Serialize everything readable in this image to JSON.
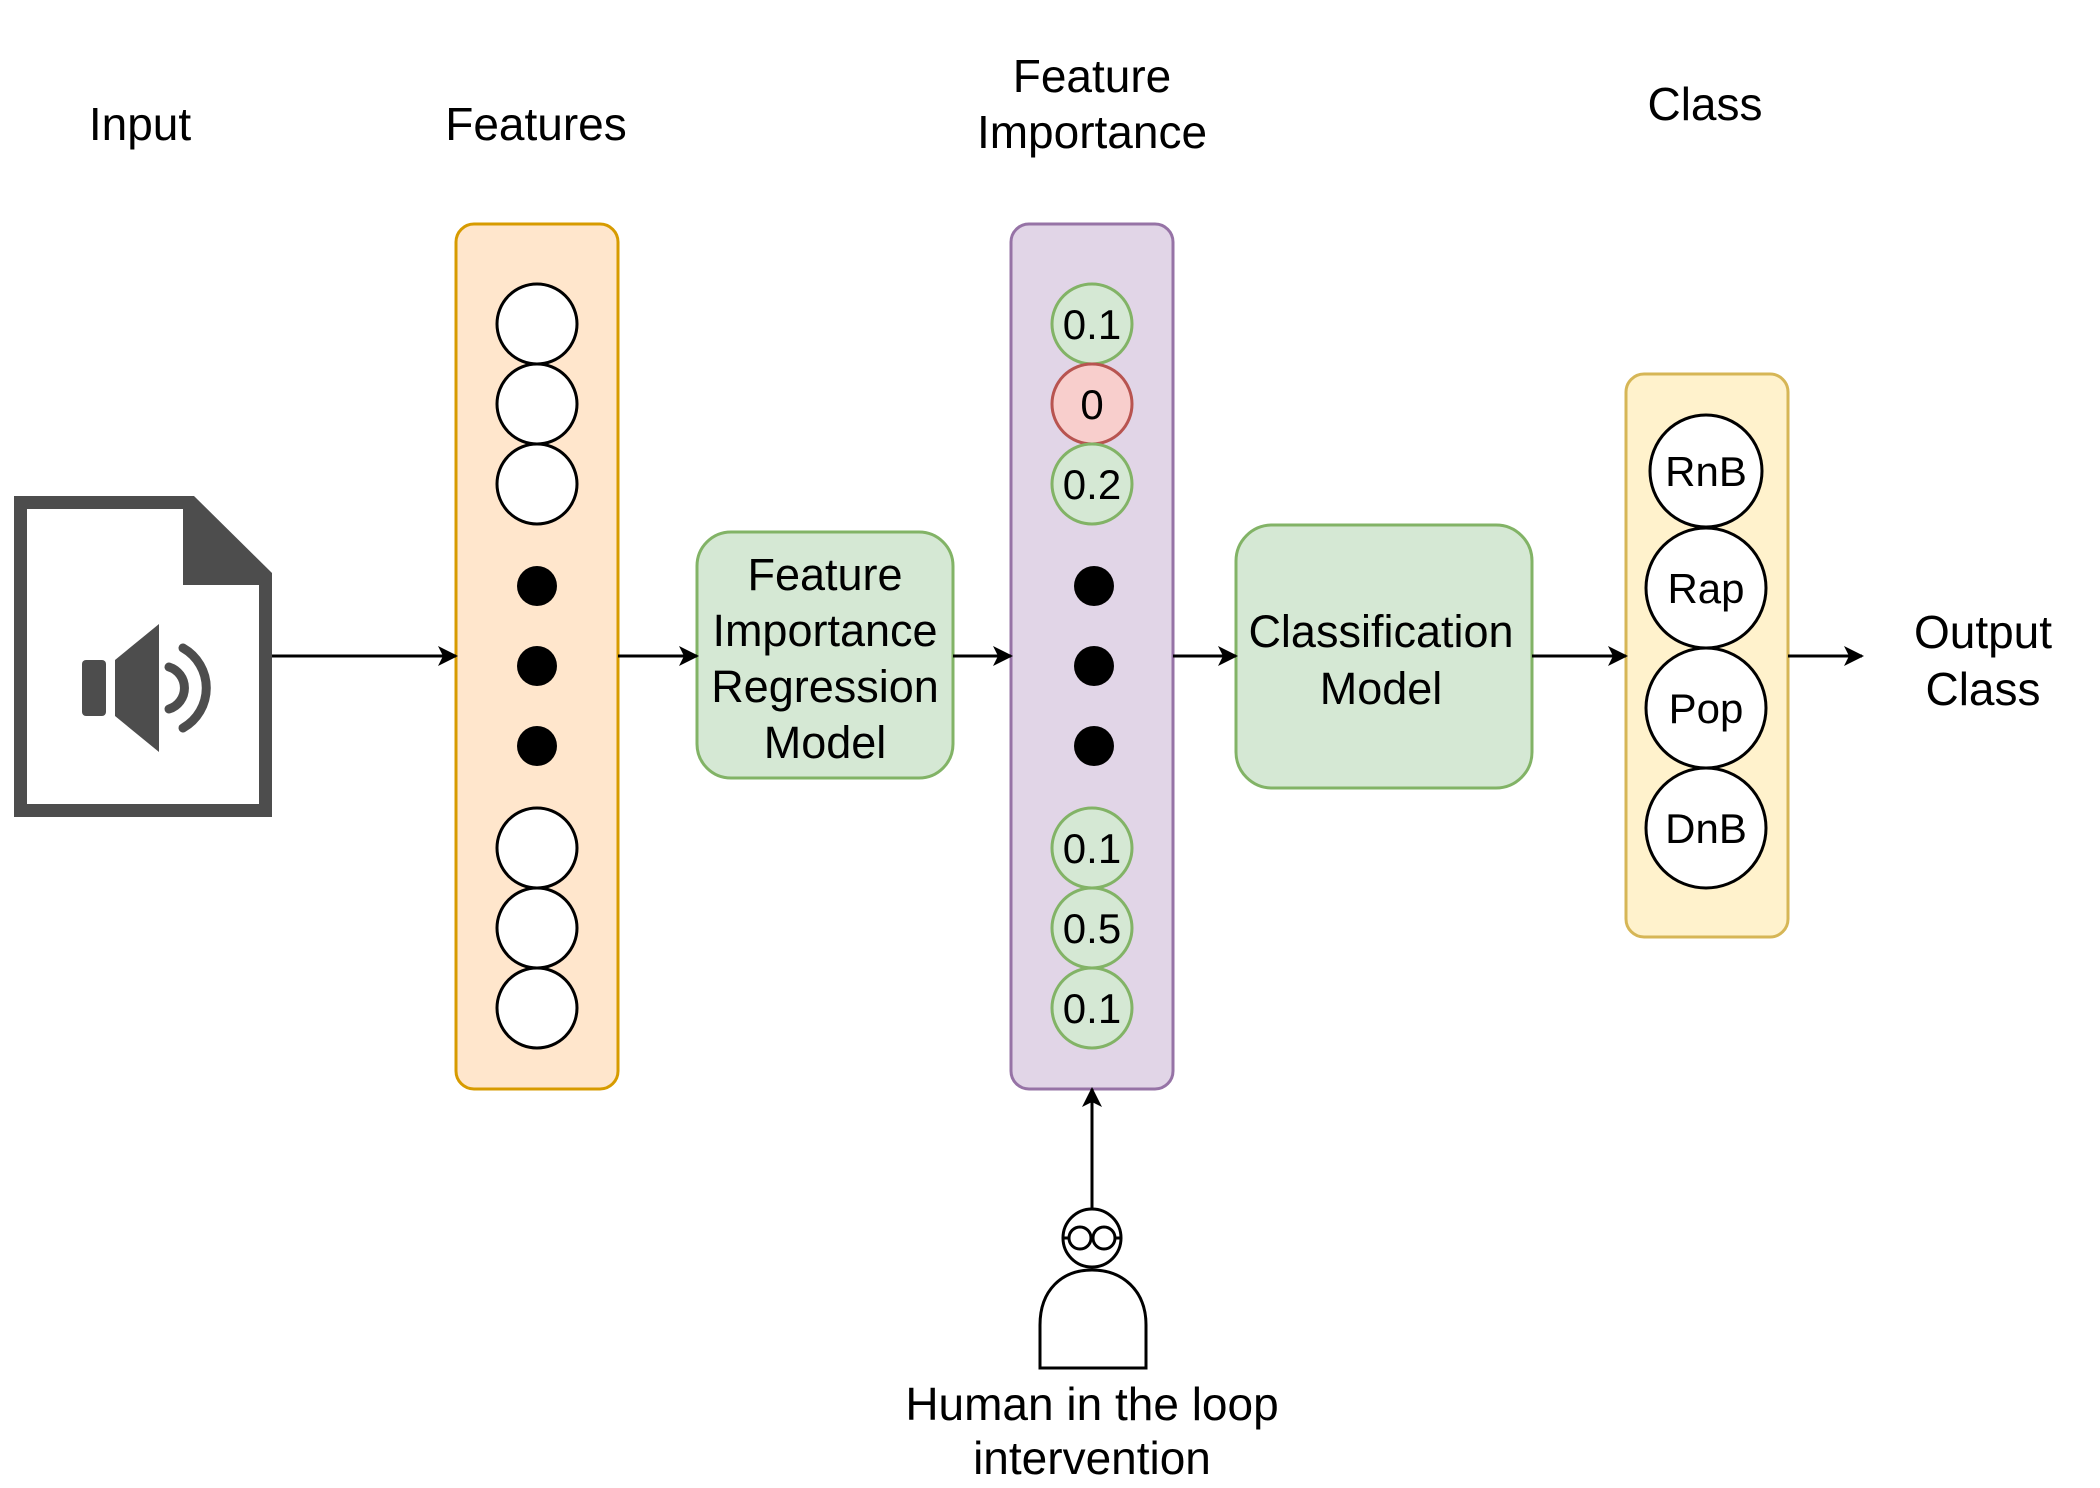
{
  "columns": {
    "input": "Input",
    "features": "Features",
    "importance_line1": "Feature",
    "importance_line2": "Importance",
    "class": "Class"
  },
  "regression_model": {
    "line1": "Feature",
    "line2": "Importance",
    "line3": "Regression",
    "line4": "Model"
  },
  "classification_model": {
    "line1": "Classification",
    "line2": "Model"
  },
  "importance_values": {
    "top": [
      "0.1",
      "0",
      "0.2"
    ],
    "bottom": [
      "0.1",
      "0.5",
      "0.1"
    ]
  },
  "classes": [
    "RnB",
    "Rap",
    "Pop",
    "DnB"
  ],
  "output": {
    "line1": "Output",
    "line2": "Class"
  },
  "human": {
    "line1": "Human in the loop",
    "line2": "intervention"
  },
  "icons": {
    "input": "audio-file-icon",
    "human": "person-with-glasses-icon"
  },
  "colors": {
    "features_fill": "#ffe6cc",
    "features_stroke": "#d79b00",
    "importance_fill": "#e1d5e7",
    "importance_stroke": "#9673a6",
    "model_fill": "#d5e8d4",
    "model_stroke": "#82b366",
    "zero_fill": "#f8cecc",
    "zero_stroke": "#b85450",
    "class_fill": "#fff2cc",
    "class_stroke": "#d6b656",
    "icon_gray": "#4d4d4d"
  }
}
